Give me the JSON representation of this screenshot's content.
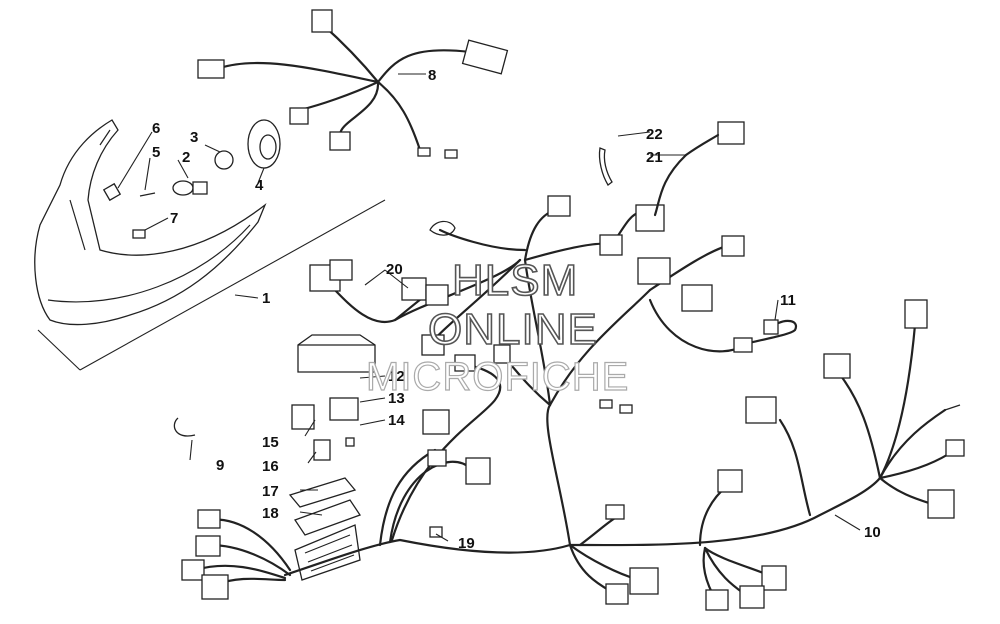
{
  "callouts": [
    {
      "id": "1",
      "text": "1"
    },
    {
      "id": "2",
      "text": "2"
    },
    {
      "id": "3",
      "text": "3"
    },
    {
      "id": "4",
      "text": "4"
    },
    {
      "id": "5",
      "text": "5"
    },
    {
      "id": "6",
      "text": "6"
    },
    {
      "id": "7",
      "text": "7"
    },
    {
      "id": "8",
      "text": "8"
    },
    {
      "id": "9",
      "text": "9"
    },
    {
      "id": "10",
      "text": "10"
    },
    {
      "id": "11",
      "text": "11"
    },
    {
      "id": "12",
      "text": "12"
    },
    {
      "id": "13",
      "text": "13"
    },
    {
      "id": "14",
      "text": "14"
    },
    {
      "id": "15",
      "text": "15"
    },
    {
      "id": "16",
      "text": "16"
    },
    {
      "id": "17",
      "text": "17"
    },
    {
      "id": "18",
      "text": "18"
    },
    {
      "id": "19",
      "text": "19"
    },
    {
      "id": "20",
      "text": "20"
    },
    {
      "id": "21",
      "text": "21"
    },
    {
      "id": "22",
      "text": "22"
    }
  ],
  "watermark": {
    "line1": "HLSM",
    "line2": "ONLINE",
    "line3": "MICROFICHE"
  }
}
